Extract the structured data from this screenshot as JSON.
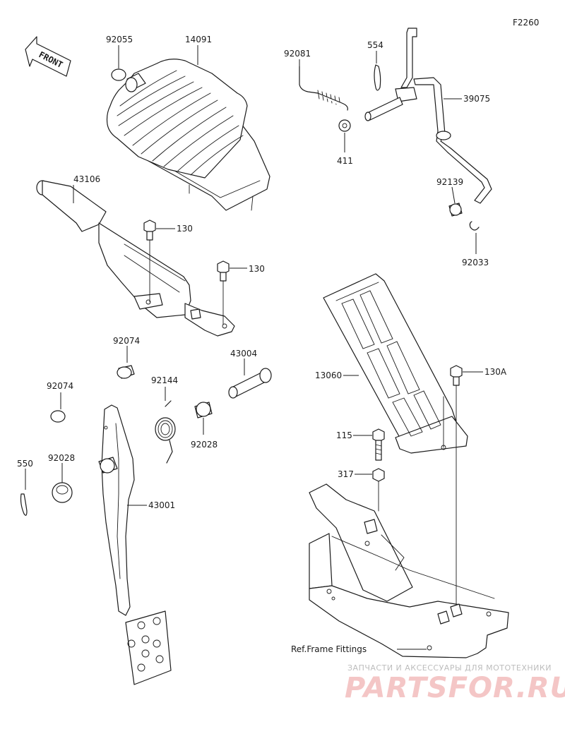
{
  "figure_id": "F2260",
  "front_marker": "FRONT",
  "parts": {
    "p92055": "92055",
    "p14091": "14091",
    "p92081": "92081",
    "p554": "554",
    "p39075": "39075",
    "p411": "411",
    "p92139": "92139",
    "p92033": "92033",
    "p43106": "43106",
    "p130_a": "130",
    "p130_b": "130",
    "p92074_a": "92074",
    "p92074_b": "92074",
    "p43004": "43004",
    "p92144": "92144",
    "p92028_a": "92028",
    "p92028_b": "92028",
    "p550": "550",
    "p43001": "43001",
    "p13060": "13060",
    "p130A": "130A",
    "p115": "115",
    "p317": "317"
  },
  "ref_label": "Ref.Frame Fittings",
  "watermark": {
    "tagline": "ЗАПЧАСТИ И АКСЕССУАРЫ ДЛЯ МОТОТЕХНИКИ",
    "logo": "PARTSFOR.RU"
  }
}
